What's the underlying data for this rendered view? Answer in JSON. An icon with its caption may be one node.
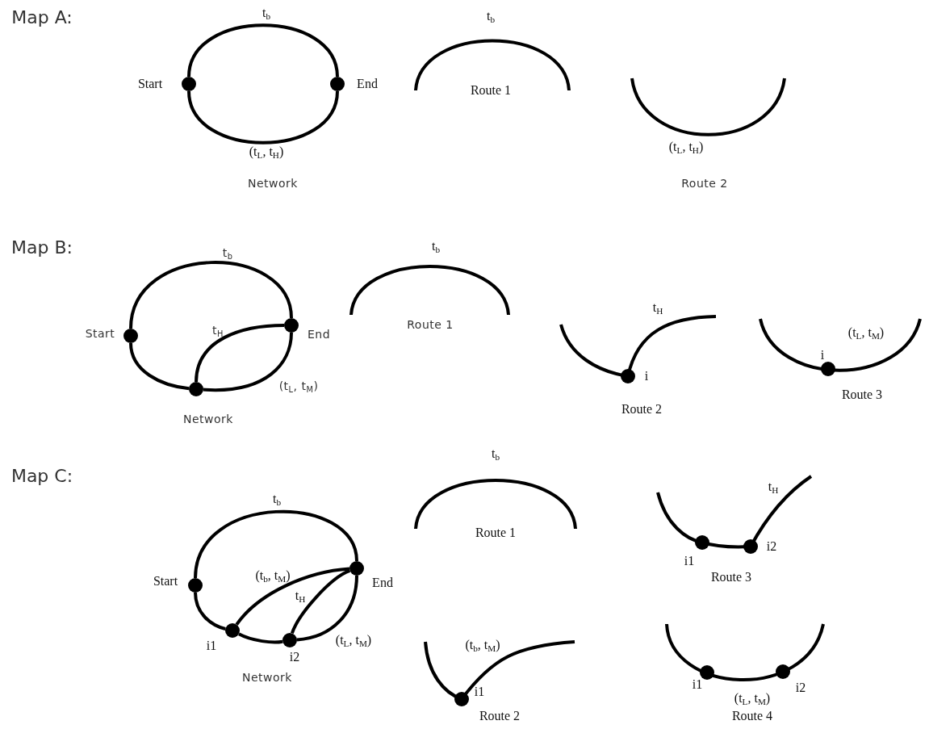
{
  "diagram": {
    "nodes": [
      {
        "text": [],
        "shape": "circle",
        "beside": [
          "Start"
        ]
      },
      {
        "text": [],
        "shape": "circle",
        "beside": [
          "End"
        ]
      },
      {
        "text": [],
        "shape": "circle",
        "beside": [
          "Start"
        ]
      },
      {
        "text": [],
        "shape": "circle",
        "beside": [
          "End"
        ]
      },
      {
        "text": [],
        "shape": "circle"
      },
      {
        "text": [],
        "shape": "circle",
        "beside": [
          "Start"
        ]
      },
      {
        "text": [],
        "shape": "circle",
        "beside": [
          "End"
        ]
      },
      {
        "text": [],
        "shape": "circle",
        "beside": [
          "i1"
        ]
      },
      {
        "text": [],
        "shape": "circle",
        "beside": [
          "i2"
        ]
      }
    ],
    "edges": [
      {
        "from": 0,
        "to": 1,
        "arrow": "none",
        "label": "t$_{b}$"
      },
      {
        "from": 0,
        "to": 1,
        "arrow": "none",
        "label": "(t$_{L}$, t$_{H}$)"
      },
      {
        "from": 2,
        "to": 3,
        "arrow": "none",
        "label": "t$_{b}$"
      },
      {
        "from": 2,
        "to": 4,
        "arrow": "none"
      },
      {
        "from": 4,
        "to": 3,
        "arrow": "none",
        "label": "t$_{H}$"
      },
      {
        "from": 4,
        "to": 3,
        "arrow": "none",
        "label": "(t$_{L}$, t$_{M}$)"
      },
      {
        "from": 5,
        "to": 6,
        "arrow": "none",
        "label": "t$_{b}$"
      },
      {
        "from": 5,
        "to": 7,
        "arrow": "none"
      },
      {
        "from": 7,
        "to": 6,
        "arrow": "none",
        "label": "(t$_{b}$, t$_{M}$)"
      },
      {
        "from": 7,
        "to": 8,
        "arrow": "none"
      },
      {
        "from": 8,
        "to": 6,
        "arrow": "none",
        "label": "t$_{H}$"
      },
      {
        "from": 8,
        "to": 6,
        "arrow": "none",
        "label": "(t$_{L}$, t$_{M}$)"
      }
    ],
    "labels": [
      "Map A:",
      "Network",
      "t$_{b}$",
      "Route 1",
      "(t$_{L}$, t$_{H}$)",
      "Route 2",
      "Map B:",
      "Network",
      "t$_{b}$",
      "Route 1",
      "t$_{H}$",
      "i",
      "Route 2",
      "(t$_{L}$, t$_{M}$)",
      "i",
      "Route 3",
      "Map C:",
      "Network",
      "t$_{b}$",
      "Route 1",
      "t$_{H}$",
      "i2",
      "i1",
      "Route 3",
      "(t$_{b}$, t$_{M}$)",
      "i1",
      "Route 2",
      "i1",
      "i2",
      "(t$_{L}$, t$_{M}$)",
      "Route 4"
    ]
  }
}
